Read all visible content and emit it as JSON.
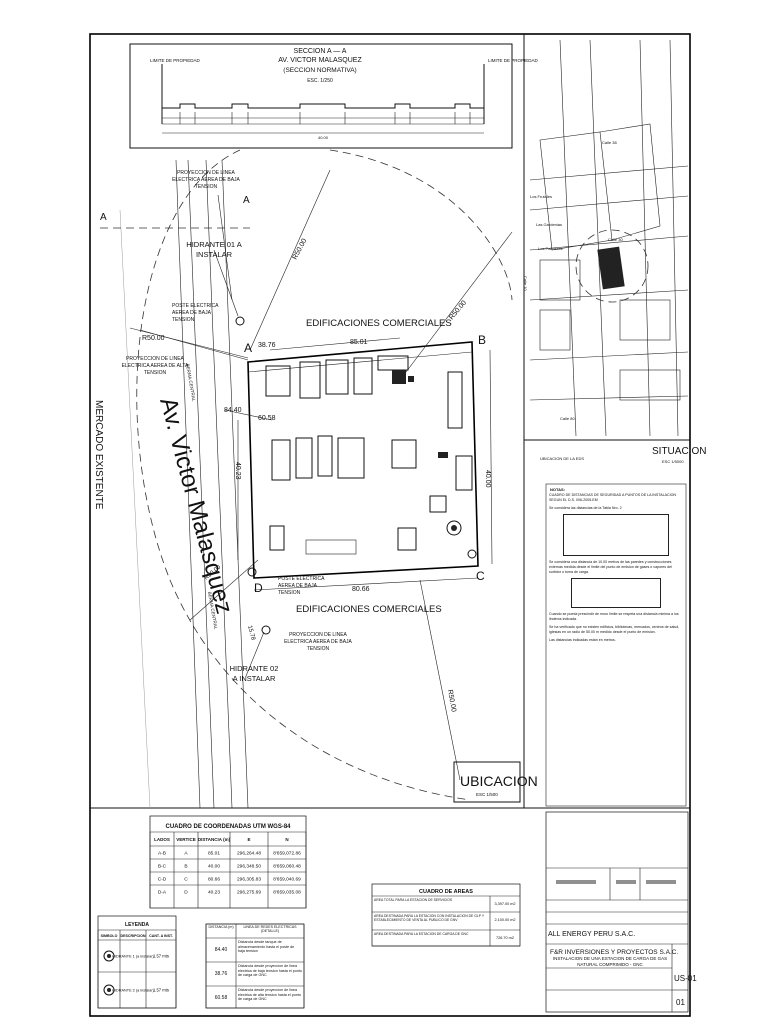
{
  "section": {
    "title": "SECCION A — A",
    "street": "AV. VICTOR MALASQUEZ",
    "subtitle": "(SECCION NORMATIVA)",
    "scale": "ESC. 1/250",
    "limit_left": "LIMITE DE PROPIEDAD",
    "limit_right": "LIMITE DE PROPIEDAD",
    "total": "40.00"
  },
  "plan": {
    "street_name": "Av. Victor Malasquez",
    "market": "MERCADO EXISTENTE",
    "commercial_top": "EDIFICACIONES COMERCIALES",
    "commercial_bottom": "EDIFICACIONES COMERCIALES",
    "hydrant1": "HIDRANTE 01 A INSTALAR",
    "hydrant2": "HIDRANTE 02 A INSTALAR",
    "post_top": "POSTE ELECTRICA AEREA DE BAJA TENSION",
    "post_bottom": "POSTE ELECTRICA AEREA DE BAJA TENSION",
    "line_low_top": "PROYECCION DE LINEA ELECTRICA AEREA DE BAJA TENSION",
    "line_high": "PROYECCION DE LINEA ELECTRICA AEREA DE ALTA TENSION",
    "line_low_bottom": "PROYECCION DE LINEA ELECTRICA AEREA DE BAJA TENSION",
    "berm": "BERMA CENTRAL",
    "berm2": "BERMA CENTRAL",
    "vertex_a": "A",
    "vertex_b": "B",
    "vertex_c": "C",
    "vertex_d": "D",
    "cut_a1": "A",
    "cut_a2": "A",
    "dim_ab": "85.01",
    "dim_bc": "40.00",
    "dim_cd": "80.66",
    "dim_da": "40.23",
    "dim_3876": "38.76",
    "dim_8440": "84.40",
    "dim_6058": "60.58",
    "dim_1578": "15.78",
    "r50_1": "R50.00",
    "r50_2": "R50.00",
    "r50_3": "R50.00",
    "r50_4": "R50.00",
    "r50_5": "R50.00"
  },
  "ubicacion": {
    "title": "UBICACION",
    "scale": "ESC 1/500"
  },
  "situacion": {
    "title": "SITUACION",
    "scale": "ESC 1/5000",
    "label": "UBICACION DE LA EDS",
    "streets": [
      "Calle 38",
      "Los Frutales",
      "Las Gardenias",
      "Los Palmeros",
      "Calle 30",
      "Calle 10",
      "Calle 80"
    ]
  },
  "notes": {
    "heading": "NOTAS:",
    "paragraphs": [
      "CUADRO DE DISTANCIAS DE SEGURIDAD A PUNTOS DE LA INSTALACION SEGUN EL D.S. 006-2005-EM",
      "Se considera las distancias de la Tabla Nro. 2",
      "Se considera una distancia de 10.00 metros de las paredes y construcciones externas medida desde el limite del punto de emision de gases o vapores del surtidor o toma de carga.",
      "Cuando se pueda prescindir de muro limite se respeta una distancia minima a los linderos indicada.",
      "Se ha verificado que no existen edificios, bibliotecas, mercados, centros de salud, iglesias en un radio de 50.00 m medido desde el punto de emision.",
      "Las distancias indicadas estan en metros."
    ]
  },
  "coords": {
    "title": "CUADRO DE COORDENADAS UTM WGS-84",
    "headers": [
      "LADOS",
      "VERTICE",
      "DISTANCIA (m)",
      "E",
      "N"
    ],
    "rows": [
      [
        "A-B",
        "A",
        "85.01",
        "296,264.48",
        "8'659,072.86"
      ],
      [
        "B-C",
        "B",
        "40.00",
        "296,348.50",
        "8'659,060.48"
      ],
      [
        "C-D",
        "C",
        "80.66",
        "296,305.83",
        "8'659,040.69"
      ],
      [
        "D-A",
        "D",
        "40.23",
        "296,275.69",
        "8'659,035.08"
      ]
    ]
  },
  "legend": {
    "title": "LEYENDA",
    "headers": [
      "SIMBOLO",
      "DESCRIPCION",
      "CANT. A INST."
    ],
    "rows": [
      [
        "",
        "HIDRANTE 1 (a instalar)",
        "1.57 mts"
      ],
      [
        "",
        "HIDRANTE 2 (a instalar)",
        "1.57 mts"
      ]
    ]
  },
  "distances": {
    "headers": [
      "DISTANCIA (m)",
      "LINEA DE REDES ELECTRICAS (DETALLE)"
    ],
    "rows": [
      [
        "84.40",
        "Distancia desde tanque de almacenamiento hasta el poste de baja tension"
      ],
      [
        "38.76",
        "Distancia desde proyeccion de linea electrica de baja tension hasta el punto de carga de GNC"
      ],
      [
        "60.58",
        "Distancia desde proyeccion de linea electrica de alta tension hasta el punto de carga de GNC"
      ]
    ]
  },
  "areas": {
    "title": "CUADRO DE AREAS",
    "rows": [
      [
        "AREA TOTAL PARA LA ESTACION DE SERVICIOS",
        "3,397.00 m2"
      ],
      [
        "AREA DESTINADA PARA LA ESTACION CON INSTALACION DE GLP Y ESTABLECIMIENTO DE VENTA AL PUBLICO DE GNV",
        "2,100.00 m2"
      ],
      [
        "AREA DESTINADA PARA LA ESTACION DE CARGA DE GNC",
        "726.70 m2"
      ]
    ]
  },
  "titleblock": {
    "company": "ALL ENERGY PERU S.A.C.",
    "consultant": "F&R INVERSIONES Y PROYECTOS S.A.C.",
    "project": "INSTALACION DE UNA ESTACION DE CARGA DE GAS NATURAL COMPRIMIDO - GNC",
    "sheet_code": "US-01",
    "sheet_no": "01"
  }
}
